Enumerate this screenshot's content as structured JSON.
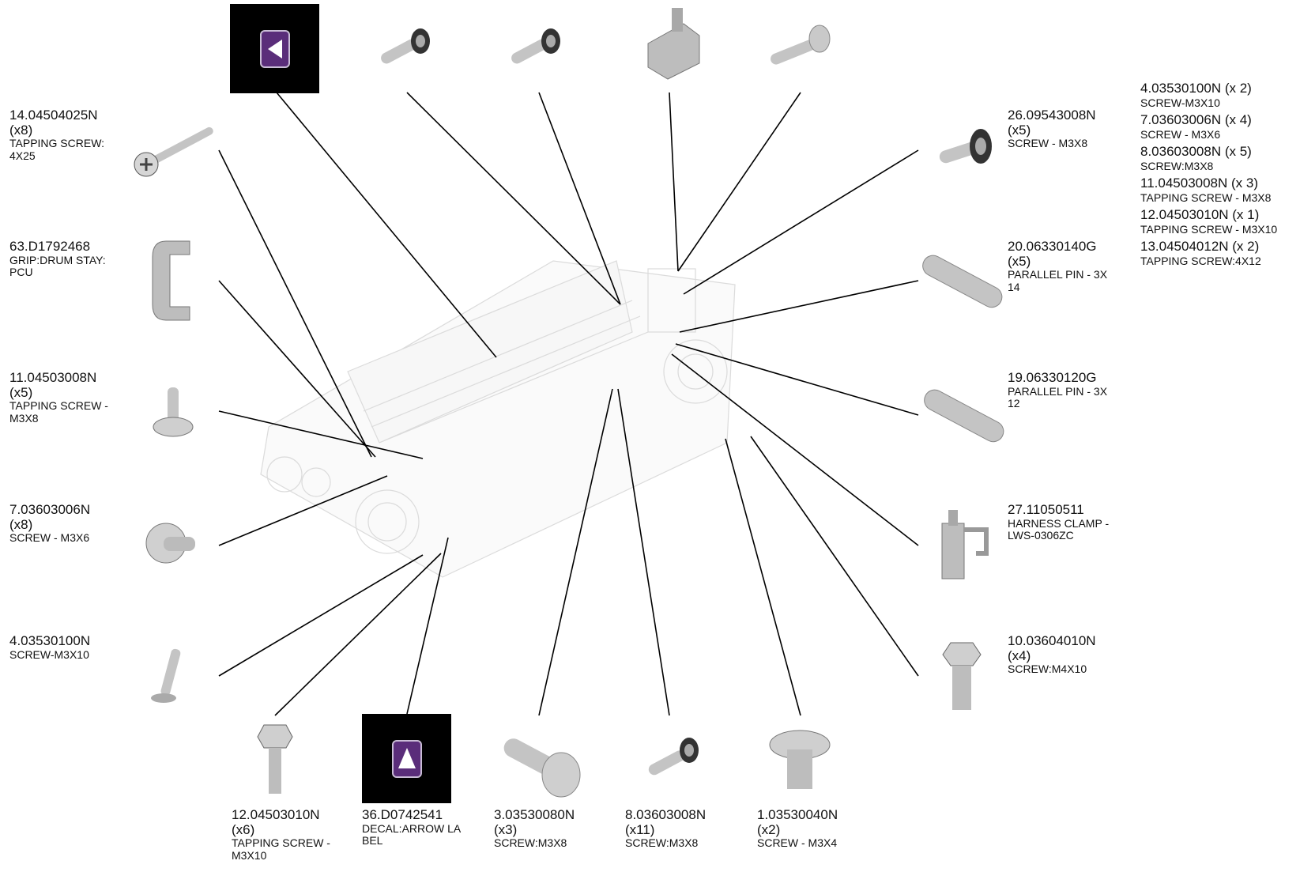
{
  "callouts": {
    "c14": {
      "pn": "14.04504025N",
      "qty": "(x8)",
      "desc": "TAPPING SCREW:\n4X25"
    },
    "c63": {
      "pn": "63.D1792468",
      "desc": "GRIP:DRUM STAY:\nPCU"
    },
    "c11": {
      "pn": "11.04503008N",
      "qty": "(x5)",
      "desc": "TAPPING SCREW -\n M3X8"
    },
    "c7": {
      "pn": "7.03603006N",
      "qty": "(x8)",
      "desc": "SCREW - M3X6"
    },
    "c4": {
      "pn": "4.03530100N",
      "desc": "SCREW-M3X10"
    },
    "c12": {
      "pn": "12.04503010N",
      "qty": "(x6)",
      "desc": "TAPPING SCREW -\n M3X10"
    },
    "c36": {
      "pn": "36.D0742541",
      "desc": "DECAL:ARROW LA\nBEL"
    },
    "c3": {
      "pn": "3.03530080N",
      "qty": "(x3)",
      "desc": "SCREW:M3X8"
    },
    "c8": {
      "pn": "8.03603008N",
      "qty": "(x11)",
      "desc": "SCREW:M3X8"
    },
    "c1": {
      "pn": "1.03530040N",
      "qty": "(x2)",
      "desc": "SCREW - M3X4"
    },
    "c26": {
      "pn": "26.09543008N",
      "qty": "(x5)",
      "desc": "SCREW - M3X8"
    },
    "c20": {
      "pn": "20.06330140G",
      "qty": "(x5)",
      "desc": "PARALLEL PIN - 3X\n14"
    },
    "c19": {
      "pn": "19.06330120G",
      "desc": "PARALLEL PIN - 3X\n12"
    },
    "c27": {
      "pn": "27.11050511",
      "desc": "HARNESS CLAMP -\n LWS-0306ZC"
    },
    "c10": {
      "pn": "10.03604010N",
      "qty": "(x4)",
      "desc": "SCREW:M4X10"
    }
  },
  "summary": [
    {
      "pn": "4.03530100N (x 2)",
      "desc": "SCREW-M3X10"
    },
    {
      "pn": "7.03603006N (x 4)",
      "desc": "SCREW - M3X6"
    },
    {
      "pn": "8.03603008N (x 5)",
      "desc": "SCREW:M3X8"
    },
    {
      "pn": "11.04503008N (x 3)",
      "desc": "TAPPING SCREW - M3X8"
    },
    {
      "pn": "12.04503010N (x 1)",
      "desc": "TAPPING SCREW - M3X10"
    },
    {
      "pn": "13.04504012N (x 2)",
      "desc": "TAPPING SCREW:4X12"
    }
  ],
  "colors": {
    "decal_bg": "#000000",
    "decal_accent": "#5a2d7a",
    "part_gray": "#b8b8b8",
    "line": "#000000"
  }
}
